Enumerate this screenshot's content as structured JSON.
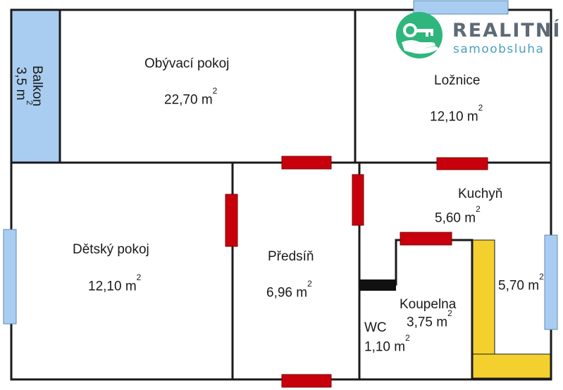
{
  "colors": {
    "wall": "#1a1a1a",
    "window": "#a9cdf0",
    "door": "#c8000b",
    "balcony_fill": "#a9cdf0",
    "stairs_fill": "#f4d02f",
    "logo_green": "#2eb67d",
    "logo_text": "#5e6a74",
    "logo_sub": "#4a9ec2"
  },
  "logo": {
    "title": "REALITNÍ",
    "subtitle": "samoobsluha",
    "icon": "key-hand-icon"
  },
  "balkon": {
    "name": "Balkon",
    "area": "3,5 m",
    "unit_sup": "2"
  },
  "rooms": {
    "obyvaci": {
      "name": "Obývací pokoj",
      "area": "22,70 m",
      "sup": "2"
    },
    "loznice": {
      "name": "Ložnice",
      "area": "12,10 m",
      "sup": "2"
    },
    "kuchyn": {
      "name": "Kuchyň",
      "area": "5,60 m",
      "sup": "2"
    },
    "detsky": {
      "name": "Dětský pokoj",
      "area": "12,10 m",
      "sup": "2"
    },
    "predsin": {
      "name": "Předsíň",
      "area": "6,96 m",
      "sup": "2"
    },
    "koupelna": {
      "name": "Koupelna",
      "area": "3,75 m",
      "sup": "2"
    },
    "wc": {
      "name": "WC",
      "area": "1,10 m",
      "sup": "2"
    },
    "extra": {
      "area": "5,70 m",
      "sup": "2"
    }
  }
}
